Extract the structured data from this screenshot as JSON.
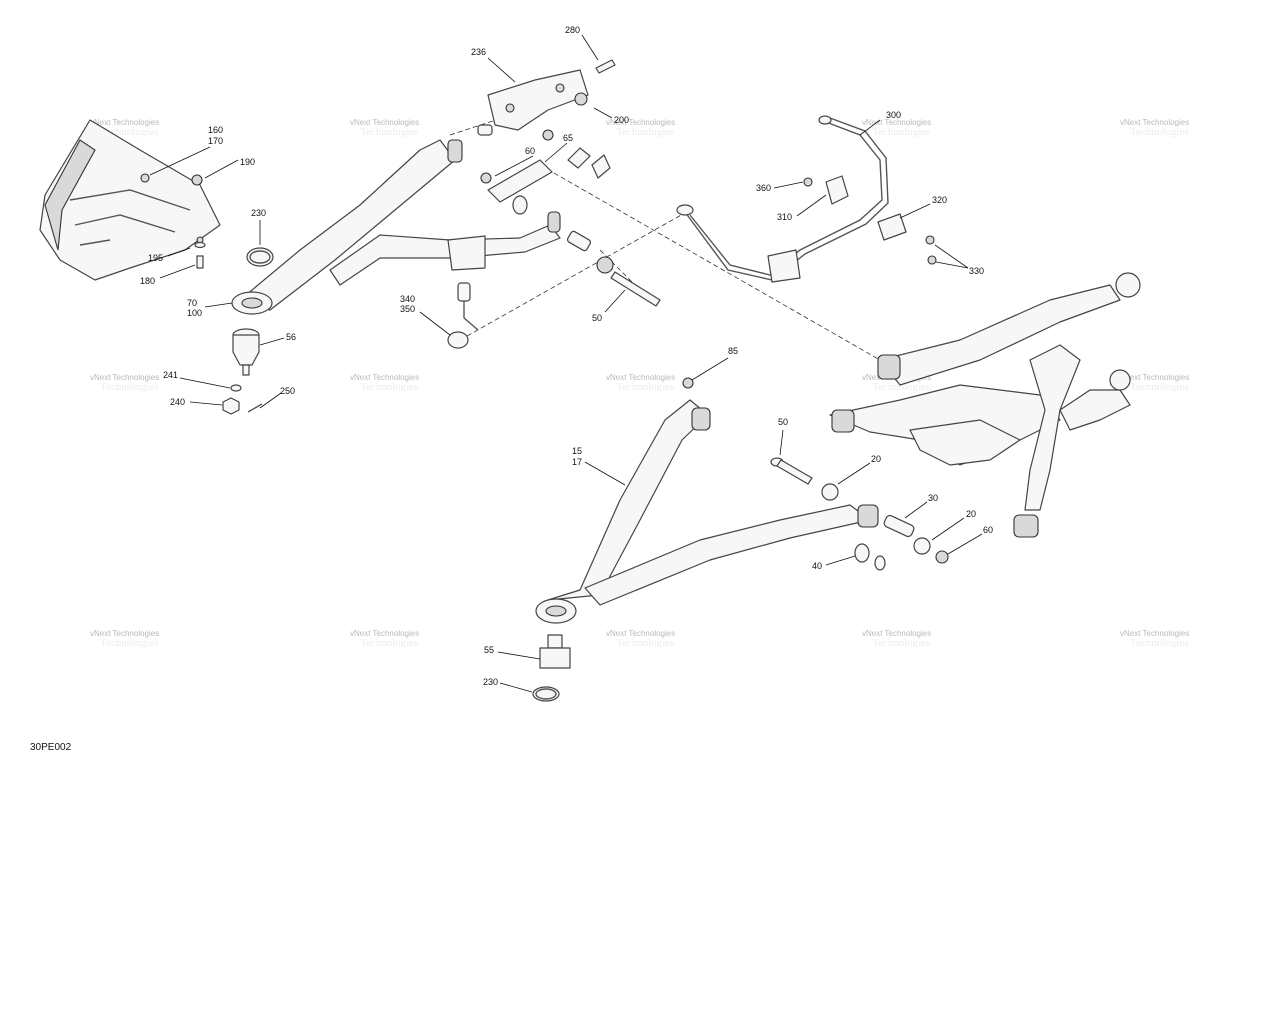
{
  "figure_code": "30PE002",
  "watermark": {
    "line1": "vNext Technologies",
    "line2": "Technologies"
  },
  "callouts": {
    "c280": "280",
    "c236": "236",
    "c200": "200",
    "c65": "65",
    "c60a": "60",
    "c160": "160",
    "c170": "170",
    "c190": "190",
    "c230a": "230",
    "c195": "195",
    "c180": "180",
    "c70": "70",
    "c100": "100",
    "c56": "56",
    "c241": "241",
    "c240": "240",
    "c250": "250",
    "c340": "340",
    "c350": "350",
    "c50a": "50",
    "c300": "300",
    "c360": "360",
    "c310": "310",
    "c320": "320",
    "c330": "330",
    "c85": "85",
    "c15": "15",
    "c17": "17",
    "c50b": "50",
    "c20a": "20",
    "c30": "30",
    "c20b": "20",
    "c60b": "60",
    "c40": "40",
    "c55": "55",
    "c230b": "230"
  }
}
